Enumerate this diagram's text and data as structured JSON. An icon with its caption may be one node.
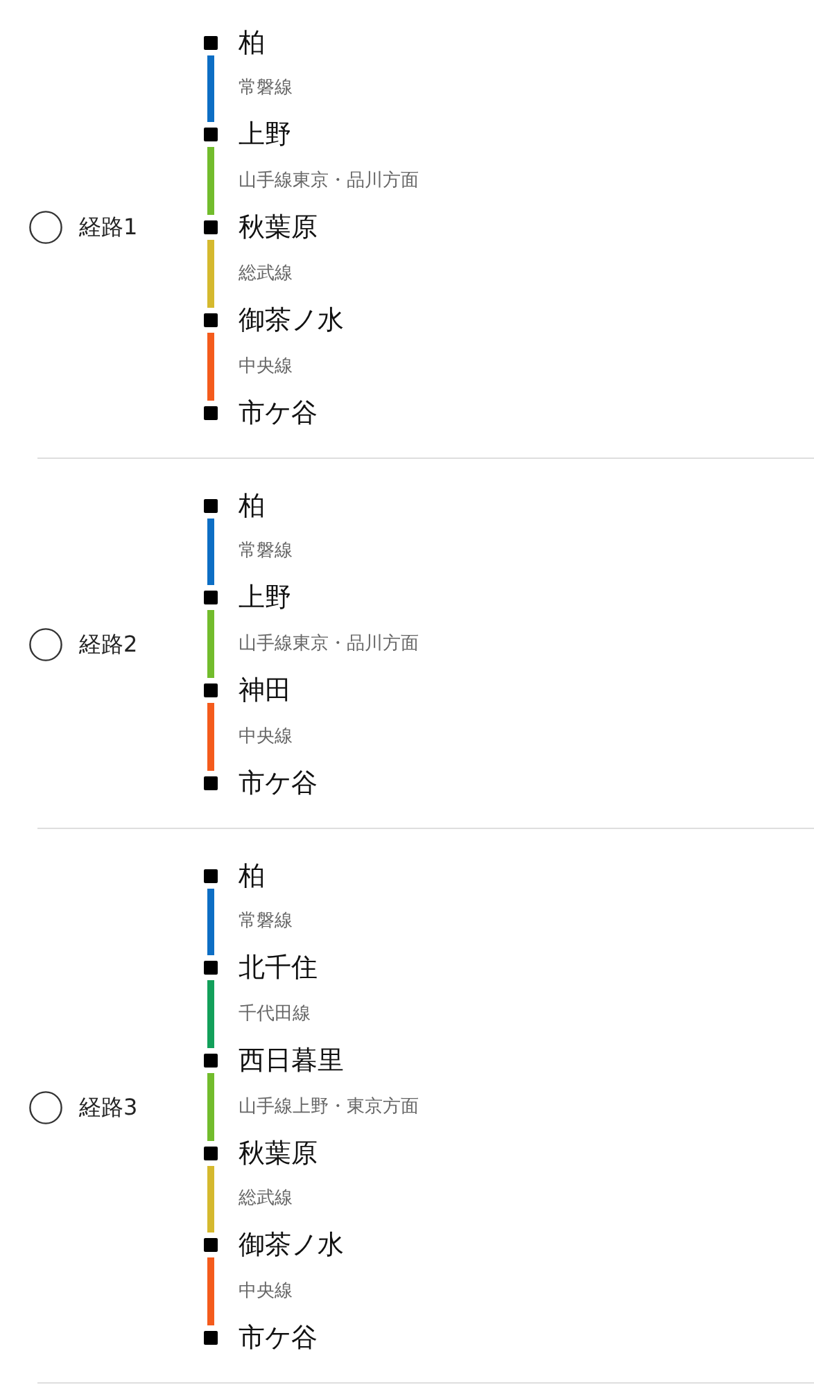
{
  "diagram": {
    "nodes": [
      {
        "text": [
          "経路1"
        ]
      },
      {
        "text": [
          "柏"
        ],
        "in": 0
      },
      {
        "text": [
          "上野"
        ],
        "in": 0
      },
      {
        "text": [
          "秋葉原"
        ],
        "in": 0
      },
      {
        "text": [
          "御茶ノ水"
        ],
        "in": 0
      },
      {
        "text": [
          "市ケ谷"
        ],
        "in": 0
      },
      {
        "text": [
          "経路2"
        ]
      },
      {
        "text": [
          "柏"
        ],
        "in": 6
      },
      {
        "text": [
          "上野"
        ],
        "in": 6
      },
      {
        "text": [
          "神田"
        ],
        "in": 6
      },
      {
        "text": [
          "市ケ谷"
        ],
        "in": 6
      },
      {
        "text": [
          "経路3"
        ]
      },
      {
        "text": [
          "柏"
        ],
        "in": 11
      },
      {
        "text": [
          "北千住"
        ],
        "in": 11
      },
      {
        "text": [
          "西日暮里"
        ],
        "in": 11
      },
      {
        "text": [
          "秋葉原"
        ],
        "in": 11
      },
      {
        "text": [
          "御茶ノ水"
        ],
        "in": 11
      },
      {
        "text": [
          "市ケ谷"
        ],
        "in": 11
      }
    ],
    "edges": [
      {
        "from": 1,
        "to": 2,
        "arrow": "none",
        "label": "常磐線",
        "color": "#0d6ec4"
      },
      {
        "from": 2,
        "to": 3,
        "arrow": "none",
        "label": "山手線東京・品川方面",
        "color": "#72bc2c"
      },
      {
        "from": 3,
        "to": 4,
        "arrow": "none",
        "label": "総武線",
        "color": "#d5b92e"
      },
      {
        "from": 4,
        "to": 5,
        "arrow": "none",
        "label": "中央線",
        "color": "#f45b1c"
      },
      {
        "from": 7,
        "to": 8,
        "arrow": "none",
        "label": "常磐線",
        "color": "#0d6ec4"
      },
      {
        "from": 8,
        "to": 9,
        "arrow": "none",
        "label": "山手線東京・品川方面",
        "color": "#72bc2c"
      },
      {
        "from": 9,
        "to": 10,
        "arrow": "none",
        "label": "中央線",
        "color": "#f45b1c"
      },
      {
        "from": 12,
        "to": 13,
        "arrow": "none",
        "label": "常磐線",
        "color": "#0d6ec4"
      },
      {
        "from": 13,
        "to": 14,
        "arrow": "none",
        "label": "千代田線",
        "color": "#12a05a"
      },
      {
        "from": 14,
        "to": 15,
        "arrow": "none",
        "label": "山手線上野・東京方面",
        "color": "#72bc2c"
      },
      {
        "from": 15,
        "to": 16,
        "arrow": "none",
        "label": "総武線",
        "color": "#d5b92e"
      },
      {
        "from": 16,
        "to": 17,
        "arrow": "none",
        "label": "中央線",
        "color": "#f45b1c"
      }
    ]
  }
}
